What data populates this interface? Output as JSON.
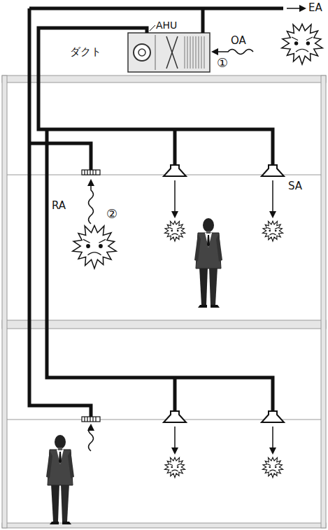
{
  "diagram": {
    "nodes": [
      {
        "text": [
          "AHU"
        ]
      }
    ],
    "labels": [
      "EA",
      "ダクト",
      "OA",
      "①",
      "RA",
      "②",
      "SA"
    ]
  }
}
